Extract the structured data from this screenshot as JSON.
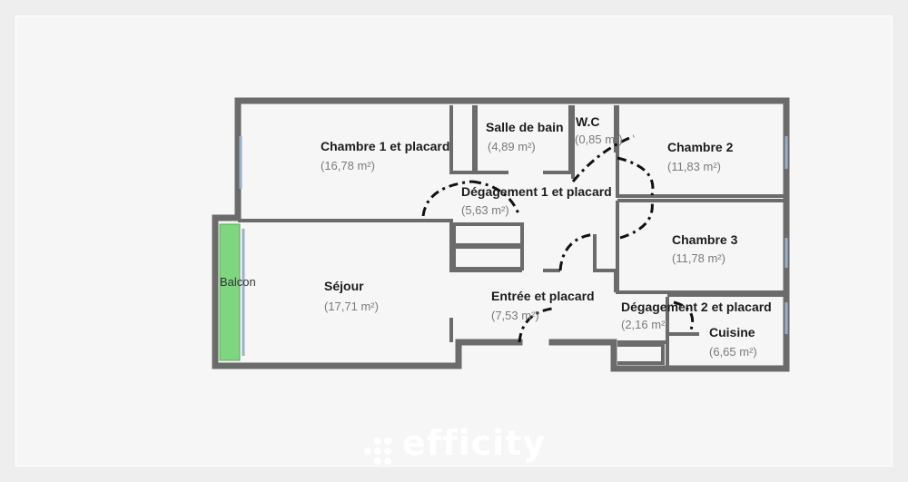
{
  "rooms": [
    {
      "id": "chambre1",
      "name": "Chambre 1 et placard",
      "area": "(16,78 m²)"
    },
    {
      "id": "sdb",
      "name": "Salle de bain",
      "area": "(4,89 m²)"
    },
    {
      "id": "wc",
      "name": "W.C",
      "area": "(0,85 m²)"
    },
    {
      "id": "chambre2",
      "name": "Chambre 2",
      "area": "(11,83 m²)"
    },
    {
      "id": "degagement1",
      "name": "Dégagement 1 et placard",
      "area": "(5,63 m²)"
    },
    {
      "id": "chambre3",
      "name": "Chambre 3",
      "area": "(11,78 m²)"
    },
    {
      "id": "sejour",
      "name": "Séjour",
      "area": "(17,71 m²)"
    },
    {
      "id": "entree",
      "name": "Entrée et placard",
      "area": "(7,53 m²)"
    },
    {
      "id": "degagement2",
      "name": "Dégagement 2 et placard",
      "area": "(2,16 m²)"
    },
    {
      "id": "cuisine",
      "name": "Cuisine",
      "area": "(6,65 m²)"
    }
  ],
  "balcon": {
    "label": "Balcon",
    "color": "#7ed67e"
  },
  "brand": {
    "logo_text": "efficity",
    "logo_color": "#ffffff"
  },
  "colors": {
    "wall": "#6b6b6b",
    "door": "#111111",
    "window": "#9ab0c8"
  }
}
